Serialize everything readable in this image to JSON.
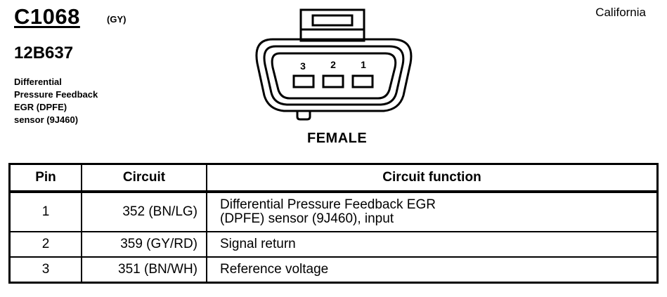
{
  "connector": {
    "id": "C1068",
    "color_code": "(GY)",
    "part_number": "12B637",
    "description_lines": [
      "Differential",
      "Pressure Feedback",
      "EGR (DPFE)",
      "sensor (9J460)"
    ],
    "region": "California",
    "gender": "FEMALE",
    "pin_labels": [
      "3",
      "2",
      "1"
    ]
  },
  "table": {
    "headers": {
      "pin": "Pin",
      "circuit": "Circuit",
      "function": "Circuit function"
    },
    "rows": [
      {
        "pin": "1",
        "circuit": "352 (BN/LG)",
        "function_line1": "Differential Pressure Feedback EGR",
        "function_line2": "(DPFE) sensor (9J460), input"
      },
      {
        "pin": "2",
        "circuit": "359 (GY/RD)",
        "function_line1": "Signal return"
      },
      {
        "pin": "3",
        "circuit": "351 (BN/WH)",
        "function_line1": "Reference voltage"
      }
    ]
  }
}
